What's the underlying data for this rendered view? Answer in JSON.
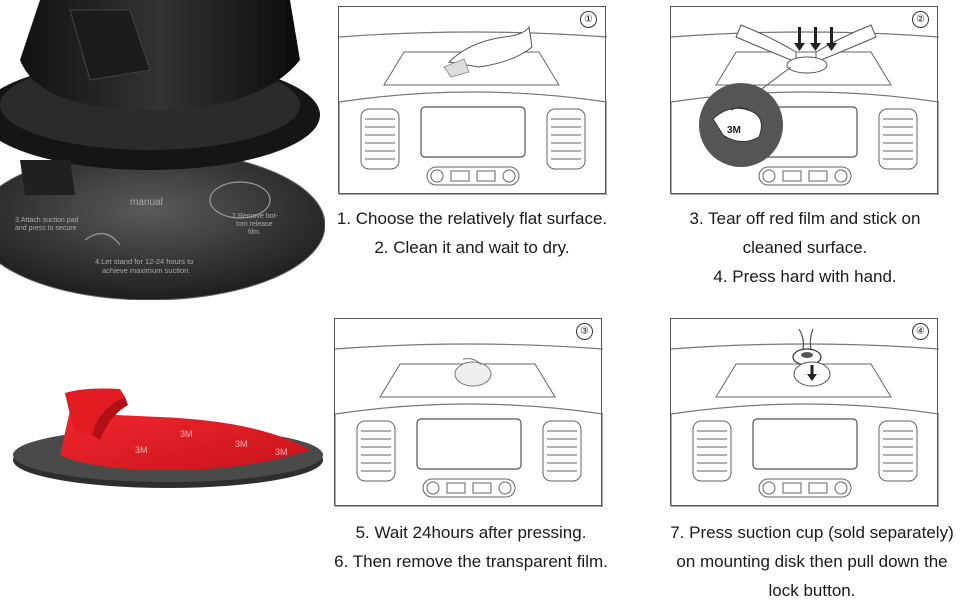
{
  "photo_top": {
    "labels": {
      "manual": "manual",
      "step_attach_1": "3.Attach suction pad",
      "step_attach_2": "and press to secure",
      "step_remove_1": "2.Remove bot-",
      "step_remove_2": "tom release",
      "step_remove_3": "film.",
      "step_stand_1": "4.Let stand for 12-24 hours to",
      "step_stand_2": "achieve maximum suction."
    }
  },
  "photo_bottom": {
    "film_text": "3M"
  },
  "panels": [
    {
      "step": "①",
      "captions": [
        "1. Choose the relatively flat surface.",
        "2.  Clean it and wait to dry."
      ]
    },
    {
      "step": "②",
      "badge": "3M",
      "captions": [
        "3. Tear off red film and stick on",
        "cleaned surface.",
        "4. Press hard with hand."
      ]
    },
    {
      "step": "③",
      "captions": [
        "5.  Wait 24hours after pressing.",
        "6. Then remove the transparent film."
      ]
    },
    {
      "step": "④",
      "captions": [
        "7. Press suction cup (sold separately)",
        "on mounting disk then pull down the",
        "lock button."
      ]
    }
  ],
  "colors": {
    "frame": "#555555",
    "red_film": "#e31b23",
    "disk": "#3a3a3a",
    "text": "#1a1a1a"
  }
}
